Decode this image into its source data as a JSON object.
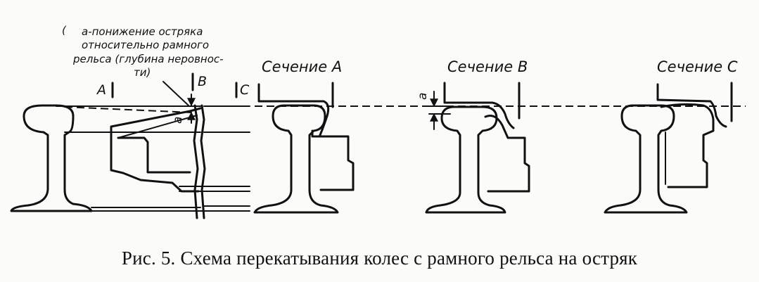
{
  "annotation": {
    "line1": "а-понижение остряка",
    "line2": "относительно рамного",
    "line3": "рельса (глубина неровнос-",
    "line4": "ти)"
  },
  "markers": {
    "a": "А",
    "b": "В",
    "c": "С",
    "depth": "а"
  },
  "sections": {
    "a": "Сечение А",
    "b": "Сечение В",
    "c": "Сечение С"
  },
  "caption": "Рис. 5. Схема перекатывания колес с рамного рельса на остряк"
}
